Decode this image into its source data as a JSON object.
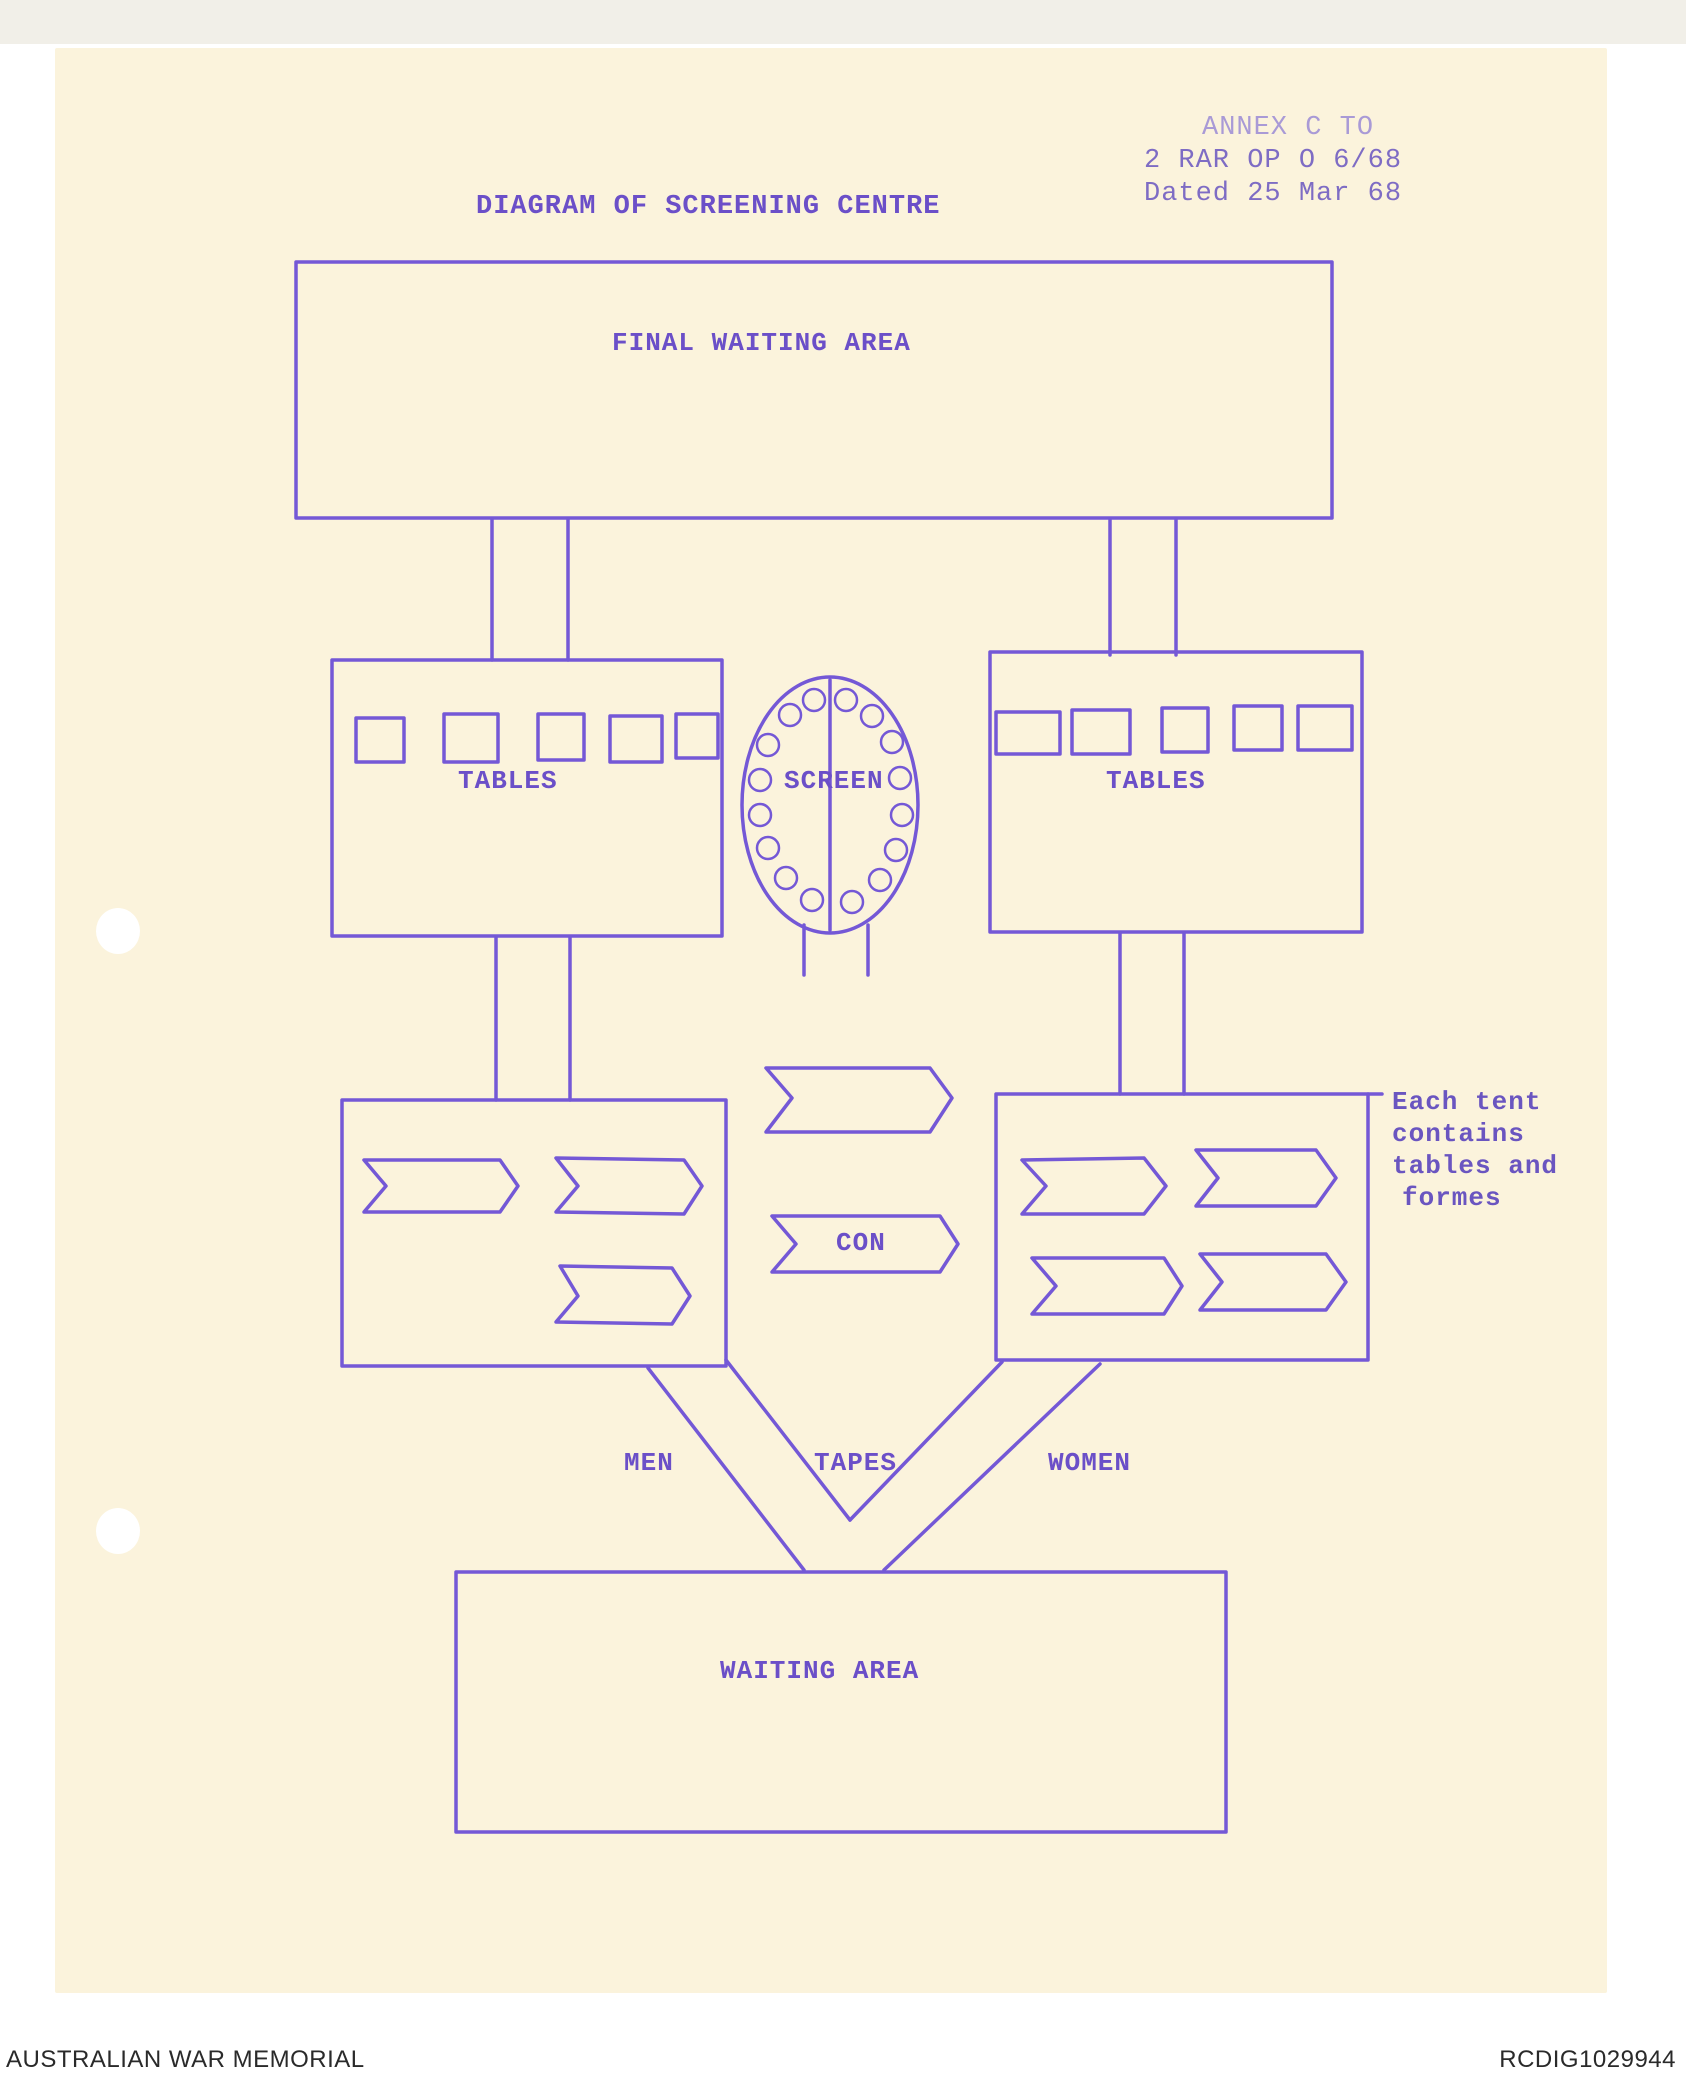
{
  "document": {
    "title": "DIAGRAM OF SCREENING CENTRE",
    "annex": {
      "line1": "ANNEX C TO",
      "line2": "2 RAR OP O 6/68",
      "line3": "Dated 25 Mar 68"
    }
  },
  "diagram": {
    "labels": {
      "final_waiting_area": "FINAL WAITING AREA",
      "tables_left": "TABLES",
      "tables_right": "TABLES",
      "screen": "SCREEN",
      "con": "CON",
      "men": "MEN",
      "tapes": "TAPES",
      "women": "WOMEN",
      "waiting_area": "WAITING AREA"
    },
    "tent_note": [
      "Each tent",
      "contains",
      "tables and",
      "formes"
    ],
    "ink_color": "#7458d6"
  },
  "footer": {
    "left": "AUSTRALIAN WAR MEMORIAL",
    "right": "RCDIG1029944"
  }
}
